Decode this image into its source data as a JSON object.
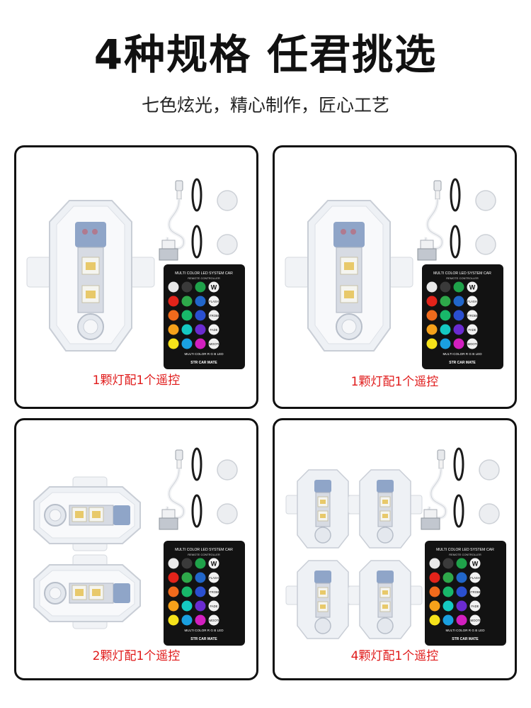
{
  "header": {
    "title": "4种规格 任君挑选",
    "subtitle": "七色炫光，精心制作，匠心工艺"
  },
  "remote": {
    "top_text": "MULTI COLOR LED SYSTEM CAR",
    "sub_text": "REMOTE CONTROLLER",
    "bottom_text": "MULTI COLOR R G B LED",
    "brand_text": "STR CAR MATE",
    "side_labels": [
      "W",
      "FLASH",
      "STROBE",
      "FADE",
      "SMOOTH"
    ]
  },
  "colors": {
    "caption": "#e01a1a",
    "card_border": "#111111",
    "remote_body": "#121212"
  },
  "options": [
    {
      "caption": "1颗灯配1个遥控",
      "lights": 1
    },
    {
      "caption": "1颗灯配1个遥控",
      "lights": 1
    },
    {
      "caption": "2颗灯配1个遥控",
      "lights": 2
    },
    {
      "caption": "4颗灯配1个遥控",
      "lights": 4
    }
  ]
}
